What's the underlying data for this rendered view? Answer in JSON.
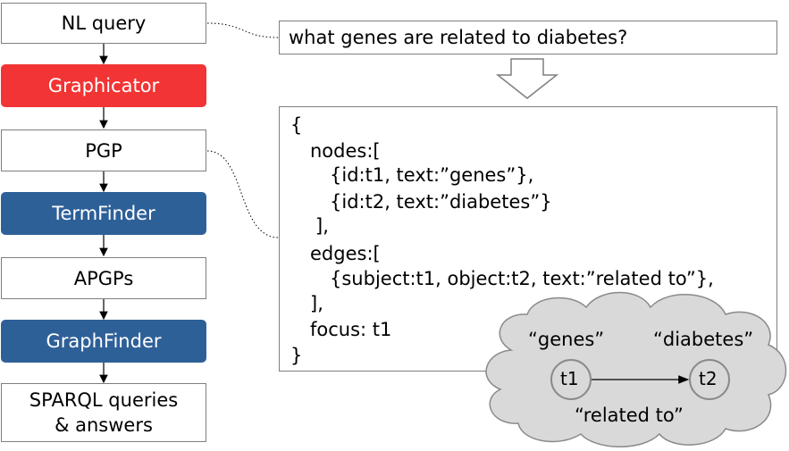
{
  "pipeline": {
    "nl_query": "NL query",
    "graphicator": "Graphicator",
    "pgp": "PGP",
    "termfinder": "TermFinder",
    "apgps": "APGPs",
    "graphfinder": "GraphFinder",
    "sparql_line1": "SPARQL queries",
    "sparql_line2": "& answers"
  },
  "query": {
    "text": "what genes are related to diabetes?"
  },
  "pgp_code": {
    "lines": [
      "{",
      "nodes:[",
      "{id:t1, text:”genes”},",
      "{id:t2, text:”diabetes”}",
      "],",
      "edges:[",
      "{subject:t1, object:t2, text:”related to”},",
      "],",
      "focus: t1",
      "}"
    ]
  },
  "graph": {
    "node1_label": "“genes”",
    "node2_label": "“diabetes”",
    "node1_id": "t1",
    "node2_id": "t2",
    "edge_label": "“related to”"
  },
  "colors": {
    "graphicator": "#f23434",
    "finder": "#2e6098",
    "cloud": "#d9d9d9",
    "node": "#d9d9d9"
  }
}
